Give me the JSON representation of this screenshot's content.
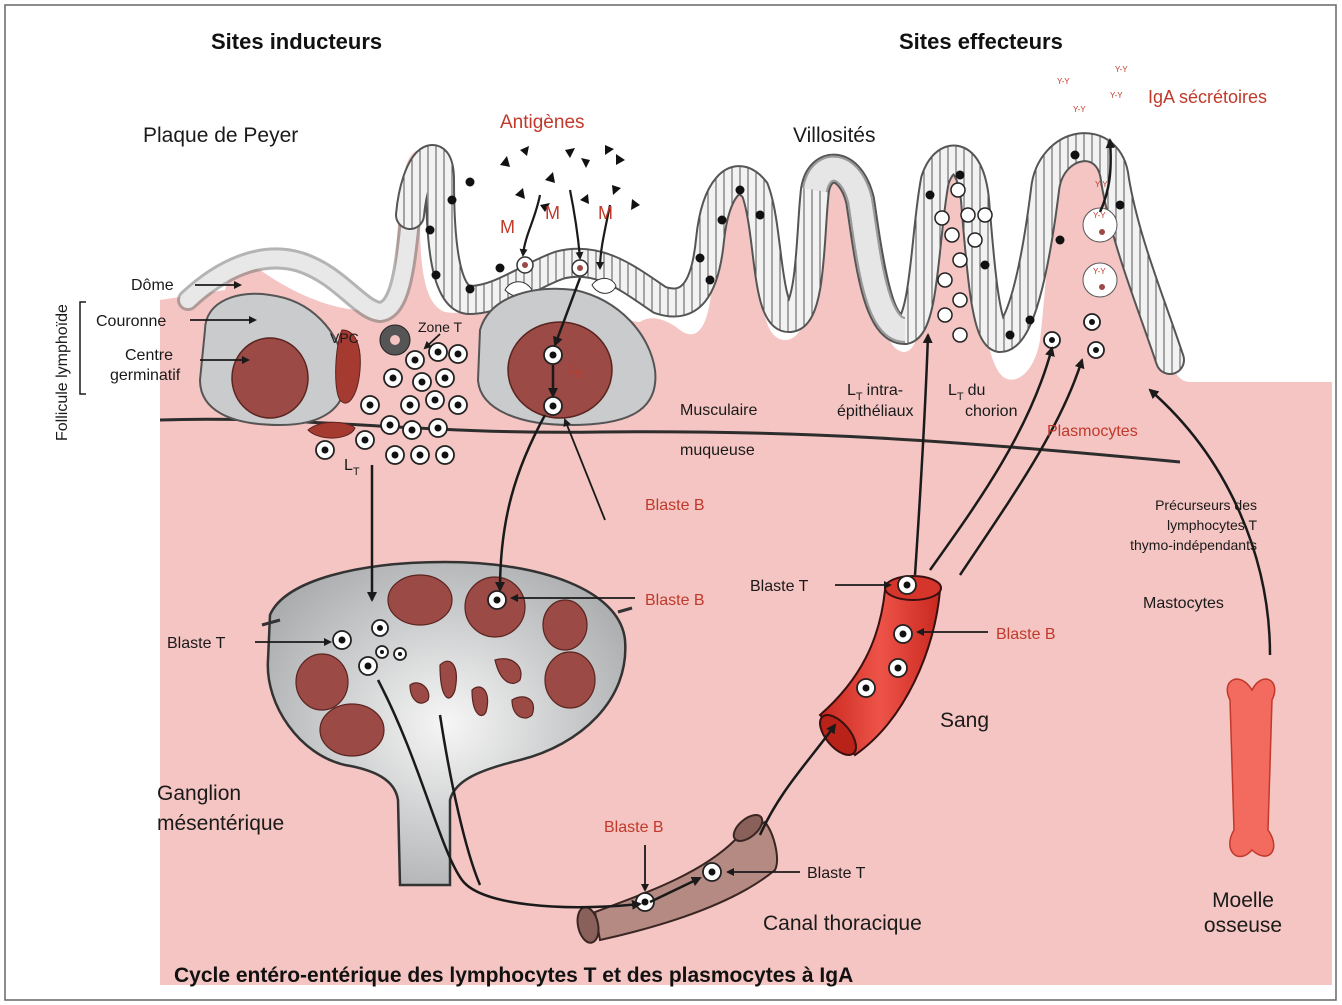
{
  "headings": {
    "inductive_sites": "Sites inducteurs",
    "effector_sites": "Sites effecteurs"
  },
  "labels": {
    "peyer_patch": "Plaque de Peyer",
    "antigens": "Antigènes",
    "villi": "Villosités",
    "secretory_iga": "IgA sécrétoires",
    "iga_mark": "Y-Y",
    "m_cell": "M",
    "dome": "Dôme",
    "crown": "Couronne",
    "germinal_center": [
      "Centre",
      "germinatif"
    ],
    "lymphoid_follicle": "Follicule lymphoïde",
    "vpc": "VPC",
    "t_zone": "Zone T",
    "lt": "L",
    "lt_sub": "T",
    "lb": "L",
    "lb_sub": "B",
    "muscularis": "Musculaire",
    "mucosa": "muqueuse",
    "lt_intraepithelial": [
      "intra-",
      "épithéliaux"
    ],
    "lt_chorion": [
      "du",
      "chorion"
    ],
    "plasmocytes": "Plasmocytes",
    "precursors": [
      "Précurseurs des",
      "lymphocytes T",
      "thymo-indépendants"
    ],
    "mastocytes": "Mastocytes",
    "blast_b": "Blaste B",
    "blast_t": "Blaste T",
    "blood": "Sang",
    "mesenteric_node": [
      "Ganglion",
      "mésentérique"
    ],
    "thoracic_duct": "Canal thoracique",
    "bone_marrow": [
      "Moelle",
      "osseuse"
    ]
  },
  "caption": "Cycle entéro-entérique des lymphocytes T et des plasmocytes à IgA",
  "colors": {
    "tissue": "#f4c5c2",
    "lumen_pale": "#fbe4e2",
    "follicle_gray": "#c9cbcc",
    "germinal_center": "#9b4a45",
    "vessel_red": "#e8463a",
    "duct_brown": "#b58a82",
    "bone": "#f26b5e",
    "label_red": "#c0392b",
    "arrow": "#1a1a1a"
  }
}
